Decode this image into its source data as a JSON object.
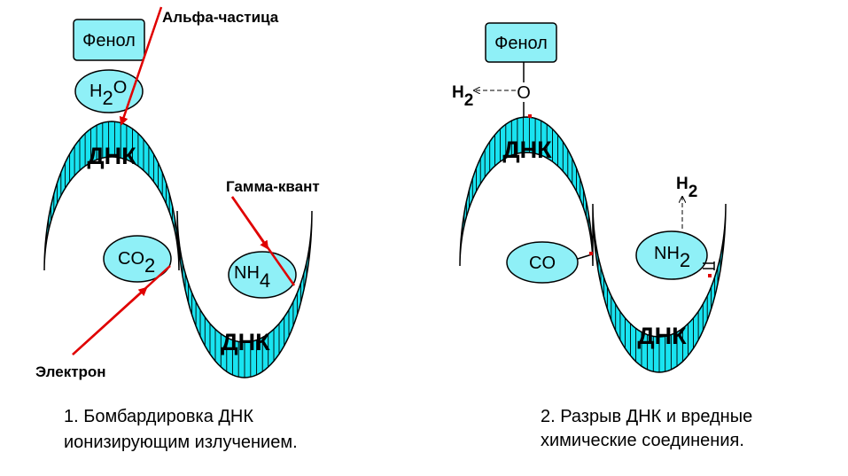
{
  "colors": {
    "dna_fill": "#19e3f0",
    "box_fill": "#8ff0f7",
    "ray": "#e00000",
    "outline": "#000000",
    "break_mark": "#e00000"
  },
  "panel1": {
    "phenol": "Фенол",
    "water": {
      "base": "H",
      "sub": "2",
      "tail": "O"
    },
    "dna_top": "ДНК",
    "dna_bottom": "ДНК",
    "co2": {
      "base": "CO",
      "sub": "2"
    },
    "nh4": {
      "base": "NH",
      "sub": "4"
    },
    "alpha_label": "Альфа-частица",
    "gamma_label": "Гамма-квант",
    "electron_label": "Электрон",
    "caption_line1": "1. Бомбардировка ДНК",
    "caption_line2": "ионизирующим излучением."
  },
  "panel2": {
    "phenol": "Фенол",
    "oxygen": "O",
    "h2_left": {
      "base": "H",
      "sub": "2"
    },
    "h2_right": {
      "base": "H",
      "sub": "2"
    },
    "dna_top": "ДНК",
    "dna_bottom": "ДНК",
    "co": "CO",
    "nh2": {
      "base": "NH",
      "sub": "2"
    },
    "caption_line1": "2. Разрыв ДНК и вредные",
    "caption_line2": "химические соединения."
  }
}
